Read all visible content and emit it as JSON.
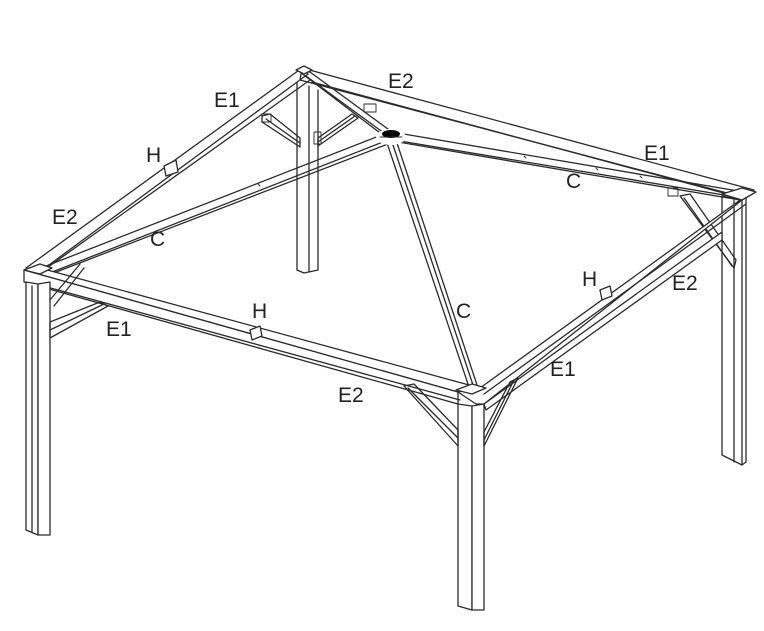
{
  "labels": {
    "e1_top_left": "E1",
    "e2_top": "E2",
    "h_left": "H",
    "e1_right": "E1",
    "e2_left": "E2",
    "c_right": "C",
    "c_left": "C",
    "h_front": "H",
    "h_right": "H",
    "e2_right": "E2",
    "e1_front": "E1",
    "c_front": "C",
    "e1_front_right": "E1",
    "e2_front": "E2"
  },
  "colors": {
    "line": "#2b2b2b",
    "text": "#222222",
    "background": "#ffffff"
  }
}
